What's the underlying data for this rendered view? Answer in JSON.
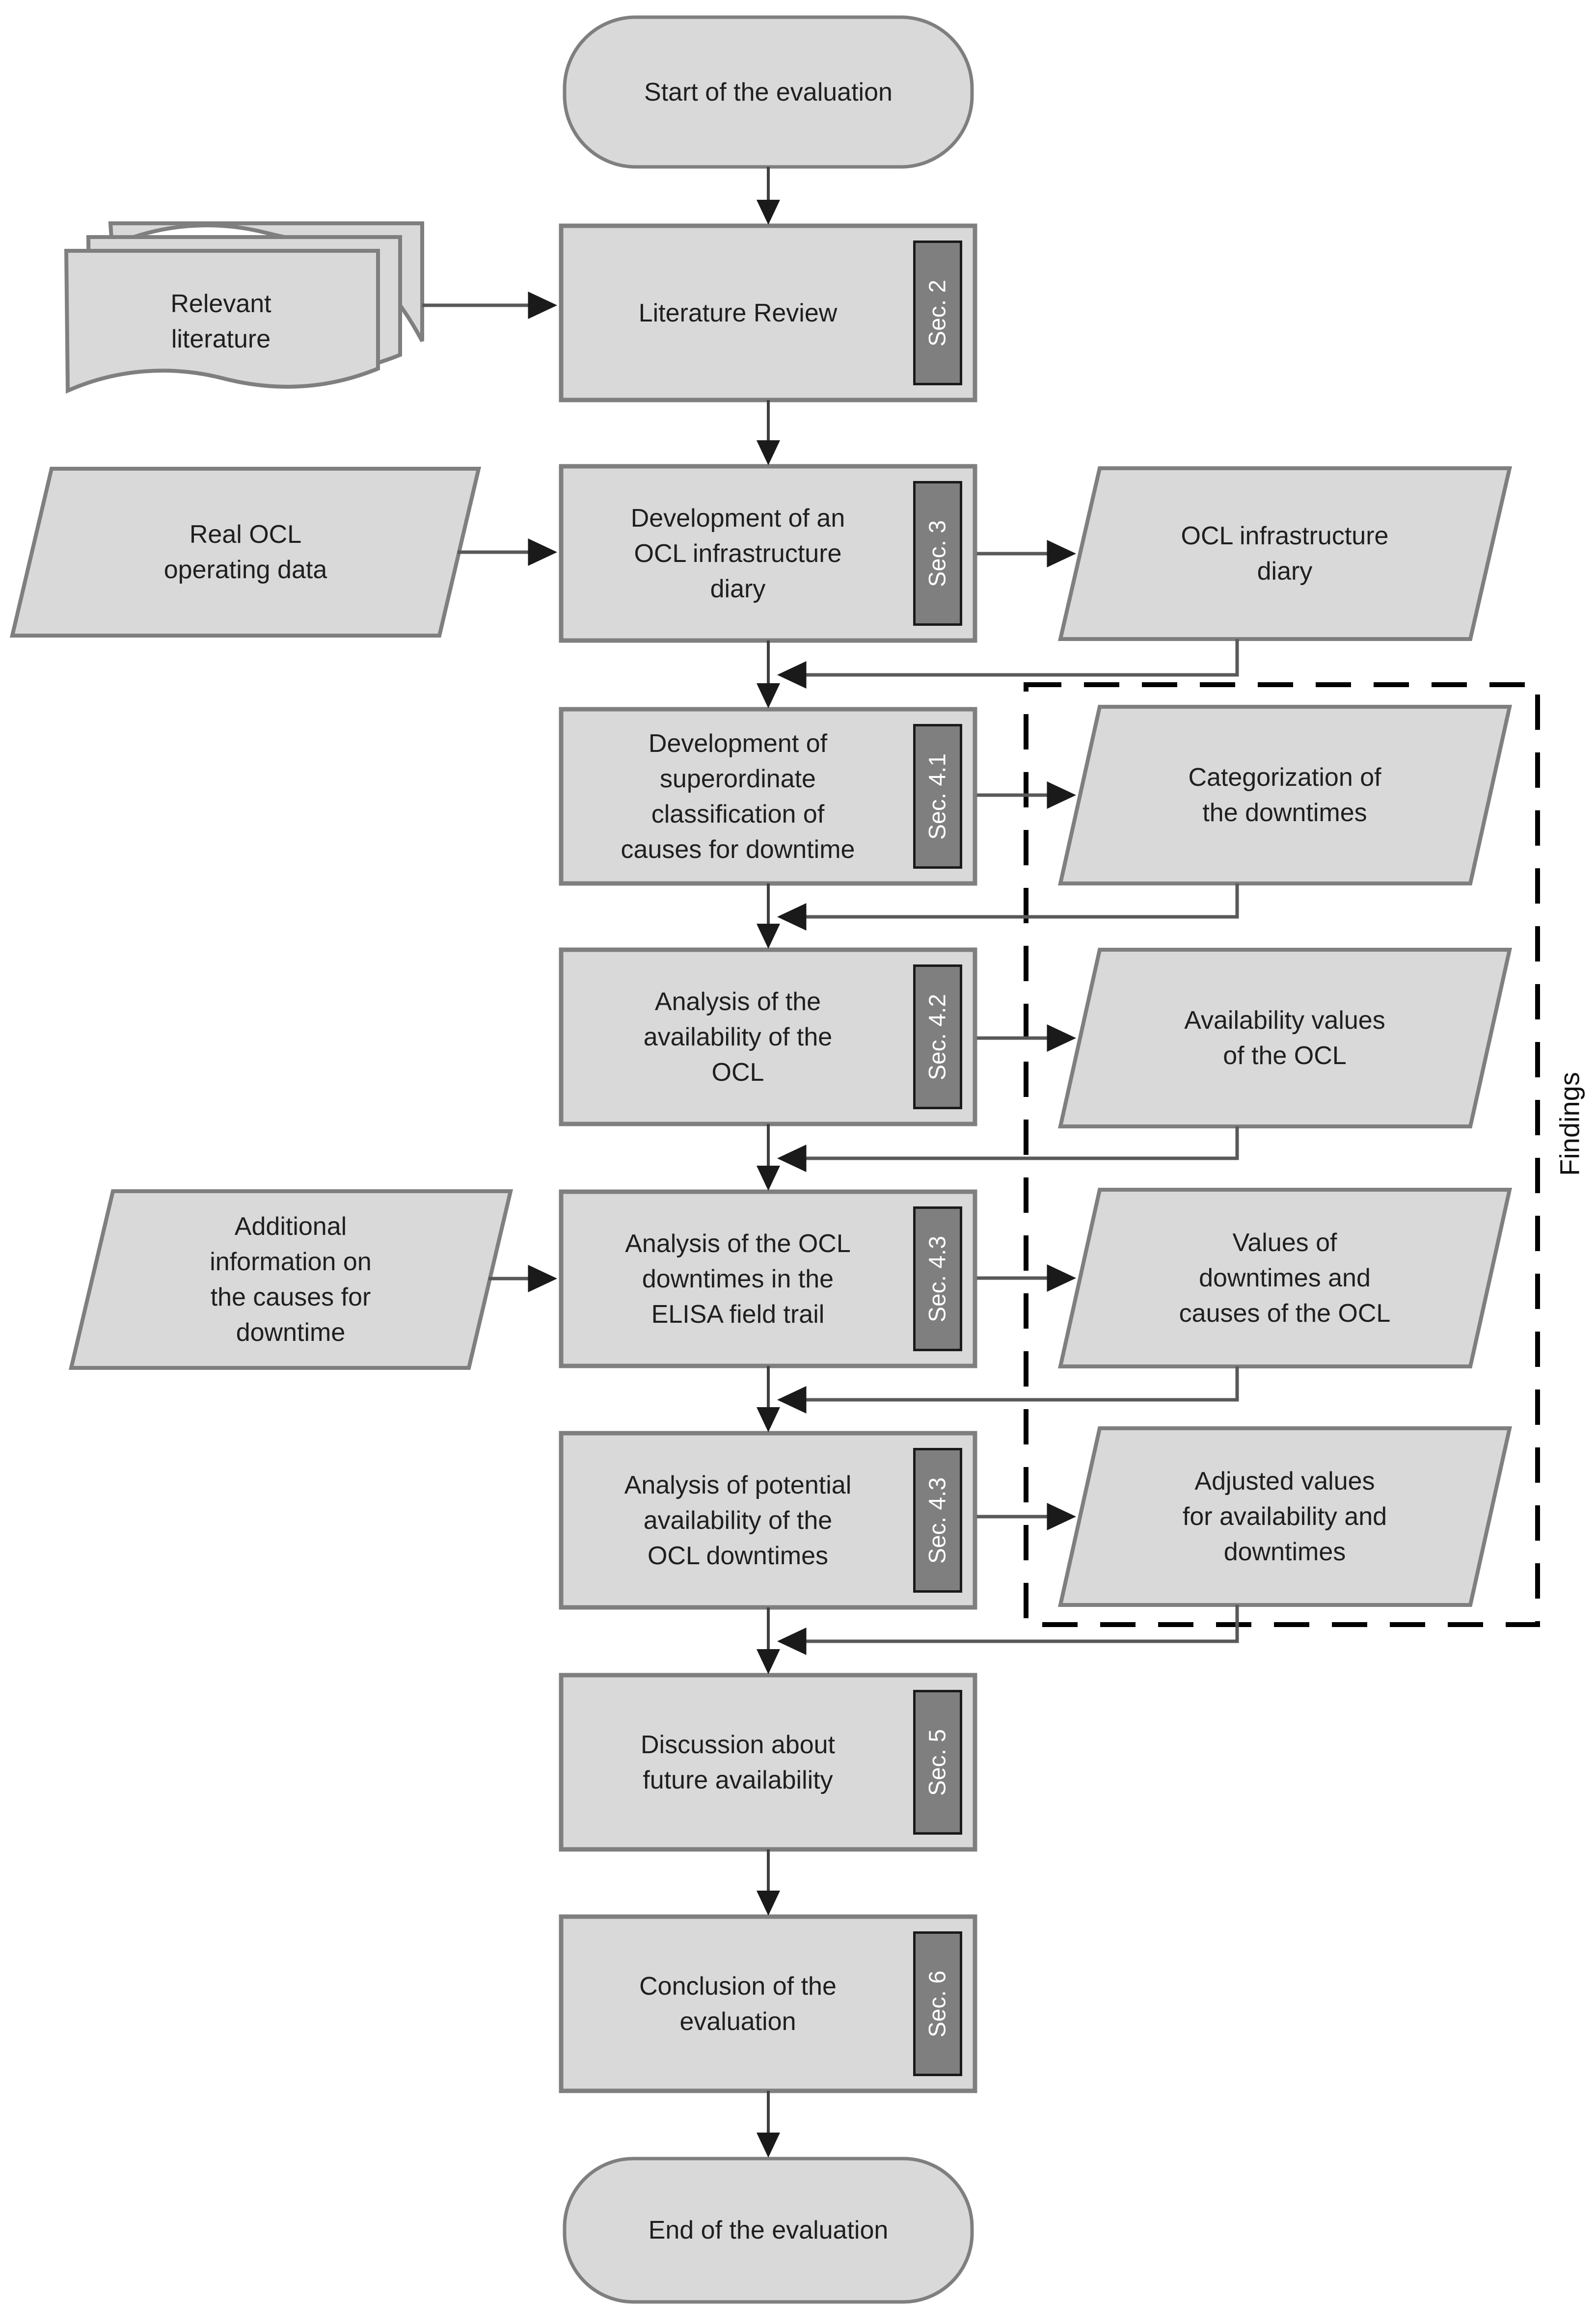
{
  "flow": {
    "start_label": "Start of the evaluation",
    "end_label": "End of the evaluation",
    "findings_label": "Findings",
    "steps": [
      {
        "label": [
          "Literature Review"
        ],
        "sec": "Sec. 2"
      },
      {
        "label": [
          "Development of an",
          "OCL infrastructure",
          "diary"
        ],
        "sec": "Sec. 3"
      },
      {
        "label": [
          "Development of",
          "superordinate",
          "classification of",
          "causes for downtime"
        ],
        "sec": "Sec. 4.1"
      },
      {
        "label": [
          "Analysis of the",
          "availability of the",
          "OCL"
        ],
        "sec": "Sec. 4.2"
      },
      {
        "label": [
          "Analysis of the OCL",
          "downtimes in the",
          "ELISA field trail"
        ],
        "sec": "Sec. 4.3"
      },
      {
        "label": [
          "Analysis of potential",
          "availability of the",
          "OCL downtimes"
        ],
        "sec": "Sec. 4.3"
      },
      {
        "label": [
          "Discussion about",
          "future availability"
        ],
        "sec": "Sec. 5"
      },
      {
        "label": [
          "Conclusion of the",
          "evaluation"
        ],
        "sec": "Sec. 6"
      }
    ],
    "inputs": [
      {
        "label": [
          "Relevant",
          "literature"
        ],
        "shape": "document-stack"
      },
      {
        "label": [
          "Real OCL",
          "operating data"
        ],
        "shape": "parallelogram"
      },
      {
        "label": [
          "Additional",
          "information on",
          "the causes for",
          "downtime"
        ],
        "shape": "parallelogram"
      }
    ],
    "outputs": [
      {
        "label": [
          "OCL infrastructure",
          "diary"
        ]
      },
      {
        "label": [
          "Categorization of",
          "the downtimes"
        ]
      },
      {
        "label": [
          "Availability values",
          "of the OCL"
        ]
      },
      {
        "label": [
          "Values of",
          "downtimes and",
          "causes of the OCL"
        ]
      },
      {
        "label": [
          "Adjusted values",
          "for availability and",
          "downtimes"
        ]
      }
    ],
    "colors": {
      "shape_fill": "#d9d9d9",
      "shape_stroke": "#7f7f7f",
      "badge_fill": "#7f7f7f",
      "badge_text": "#ffffff",
      "connector": "#404040",
      "arrowhead": "#1a1a1a",
      "findings_border": "#000000"
    }
  }
}
